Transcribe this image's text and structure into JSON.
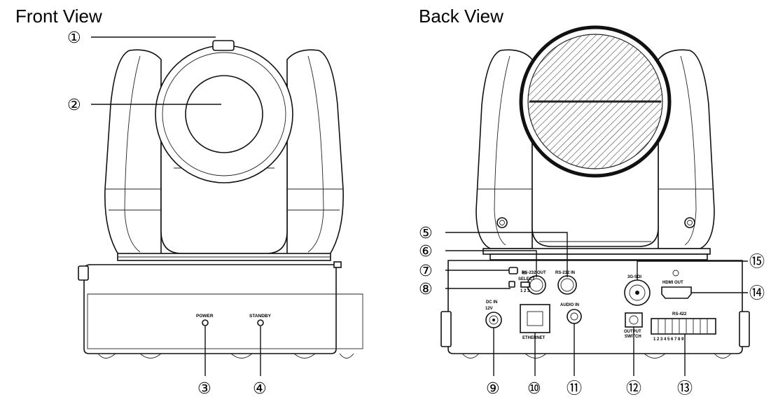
{
  "front_view": {
    "title": "Front View",
    "labels": {
      "power": "POWER",
      "standby": "STANDBY"
    }
  },
  "back_view": {
    "title": "Back View",
    "labels": {
      "rs232_out": "RS-232 OUT",
      "rs232_in": "RS-232 IN",
      "ir": "IR",
      "select": "SELECT",
      "select_positions": "1 2 3",
      "dc_in": "DC IN",
      "dc_voltage": "12V",
      "ethernet": "ETHERNET",
      "audio_in": "AUDIO IN",
      "sdi": "3G-SDI",
      "hdmi_out": "HDMI OUT",
      "output": "OUTPUT",
      "switch": "SWITCH",
      "rs422": "RS-422",
      "rs422_pins": "1 2 3 4 5 6 7 8 9"
    }
  },
  "callouts": {
    "c1": "①",
    "c2": "②",
    "c3": "③",
    "c4": "④",
    "c5": "⑤",
    "c6": "⑥",
    "c7": "⑦",
    "c8": "⑧",
    "c9": "⑨",
    "c10": "⑩",
    "c11": "⑪",
    "c12": "⑫",
    "c13": "⑬",
    "c14": "⑭",
    "c15": "⑮"
  }
}
